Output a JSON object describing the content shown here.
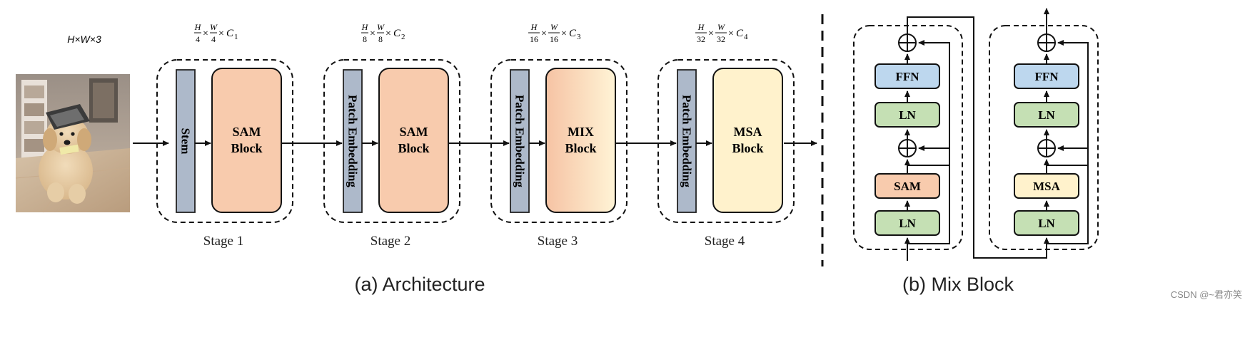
{
  "input": {
    "dims": "H×W×3",
    "image_description_icon": "puppy-photo"
  },
  "stages": [
    {
      "label": "Stage 1",
      "dims": {
        "num_h": "H",
        "den_h": "4",
        "num_w": "W",
        "den_w": "4",
        "channel": "C",
        "channel_sub": "1"
      },
      "embed": "Stem",
      "block_line1": "SAM",
      "block_line2": "Block",
      "block_type": "sam"
    },
    {
      "label": "Stage 2",
      "dims": {
        "num_h": "H",
        "den_h": "8",
        "num_w": "W",
        "den_w": "8",
        "channel": "C",
        "channel_sub": "2"
      },
      "embed": "Patch Embedding",
      "block_line1": "SAM",
      "block_line2": "Block",
      "block_type": "sam"
    },
    {
      "label": "Stage 3",
      "dims": {
        "num_h": "H",
        "den_h": "16",
        "num_w": "W",
        "den_w": "16",
        "channel": "C",
        "channel_sub": "3"
      },
      "embed": "Patch Embedding",
      "block_line1": "MIX",
      "block_line2": "Block",
      "block_type": "mix"
    },
    {
      "label": "Stage 4",
      "dims": {
        "num_h": "H",
        "den_h": "32",
        "num_w": "W",
        "den_w": "32",
        "channel": "C",
        "channel_sub": "4"
      },
      "embed": "Patch Embedding",
      "block_line1": "MSA",
      "block_line2": "Block",
      "block_type": "msa"
    }
  ],
  "mix_block": {
    "left": {
      "top_ffn": "FFN",
      "top_ln": "LN",
      "attn": "SAM",
      "bottom_ln": "LN"
    },
    "right": {
      "top_ffn": "FFN",
      "top_ln": "LN",
      "attn": "MSA",
      "bottom_ln": "LN"
    }
  },
  "captions": {
    "architecture": "(a) Architecture",
    "mix_block": "(b) Mix Block"
  },
  "watermark": "CSDN @~君亦笑",
  "colors": {
    "sam": "#F8CBAD",
    "msa": "#FFF2CC",
    "ffn": "#BDD7EE",
    "ln": "#C5E0B4",
    "embed": "#ADB9CA",
    "stroke": "#111111"
  }
}
